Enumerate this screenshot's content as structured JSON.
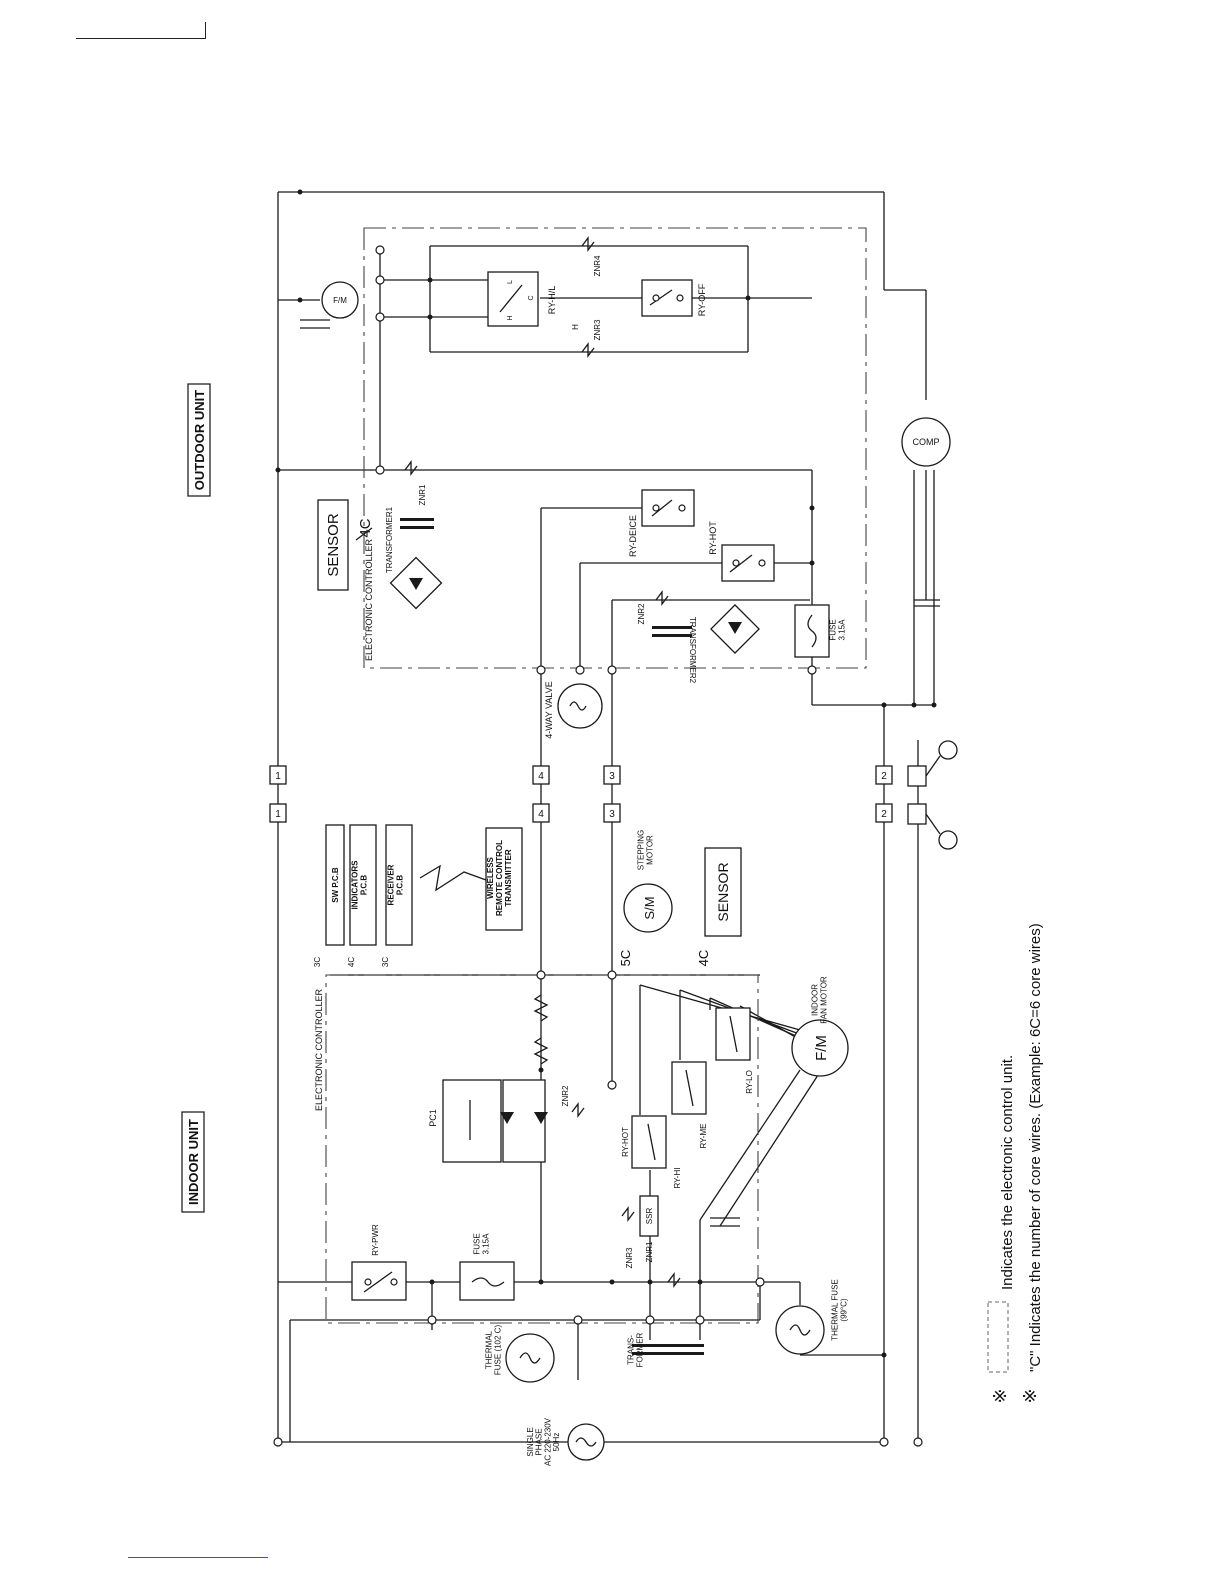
{
  "diagram": {
    "indoor_unit": {
      "title": "INDOOR UNIT",
      "electronic_controller": "ELECTRONIC CONTROLLER",
      "ry_pwr": "RY-PWR",
      "fuse": "FUSE\n3.15A",
      "thermal_fuse_102": "THERMAL\nFUSE (102 C)",
      "transformer": "TRANS-\nFORMER",
      "pc1": "PC1",
      "znr1": "ZNR1",
      "znr2": "ZNR2",
      "znr3": "ZNR3",
      "ssr": "SSR",
      "ry_hot": "RY-HOT",
      "ry_hi": "RY-HI",
      "ry_me": "RY-ME",
      "ry_lo": "RY-LO",
      "fan_motor": "F/M",
      "fan_motor_label": "INDOOR\nFAN MOTOR",
      "stepping_motor": "S/M",
      "stepping_motor_label": "STEPPING\nMOTOR",
      "sensor": "SENSOR",
      "thermal_fuse_99": "THERMAL FUSE\n(99°C)",
      "sw_pcb": "SW P.C.B",
      "indicators_pcb": "INDICATORS\nP.C.B",
      "receiver_pcb": "RECEIVER\nP.C.B",
      "wireless_transmitter": "WIRELESS\nREMOTE CONTROL\nTRANSMITTER",
      "power_supply": "SINGLE\nPHASE\nAC 220-230V\n50Hz",
      "cores_3c_a": "3C",
      "cores_4c_a": "4C",
      "cores_3c_b": "3C",
      "cores_5c": "5C",
      "cores_4c_b": "4C"
    },
    "outdoor_unit": {
      "title": "OUTDOOR UNIT",
      "electronic_controller": "ELECTRONIC CONTROLLER",
      "sensor": "SENSOR",
      "cores_4c": "4C",
      "transformer1": "TRANSFORMER1",
      "transformer2": "TRANSFORMER2",
      "znr1": "ZNR1",
      "znr2": "ZNR2",
      "znr3": "ZNR3",
      "znr4": "ZNR4",
      "ry_hl": "RY-H/L",
      "ry_off": "RY-OFF",
      "ry_deice": "RY-DEICE",
      "ry_hot": "RY-HOT",
      "fuse": "FUSE\n3.15A",
      "fan_motor": "F/M",
      "compressor": "COMP",
      "four_way_valve": "4-WAY VALVE",
      "relay_h": "H",
      "relay_l": "L",
      "relay_c": "C"
    },
    "terminals": [
      "1",
      "4",
      "3",
      "2"
    ]
  },
  "notes": [
    "Indicates the electronic control unit.",
    "\"C\"  Indicates the number of core wires. (Example: 6C=6 core wires)"
  ],
  "note_mark": "※"
}
